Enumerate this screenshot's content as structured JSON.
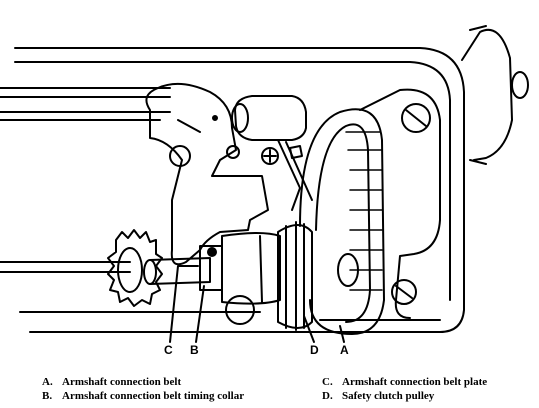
{
  "callouts": {
    "a": "A",
    "b": "B",
    "c": "C",
    "d": "D"
  },
  "legend": [
    {
      "key": "A.",
      "text": "Armshaft connection belt"
    },
    {
      "key": "B.",
      "text": "Armshaft connection belt timing collar"
    },
    {
      "key": "C.",
      "text": "Armshaft connection belt plate"
    },
    {
      "key": "D.",
      "text": "Safety clutch pulley"
    }
  ]
}
